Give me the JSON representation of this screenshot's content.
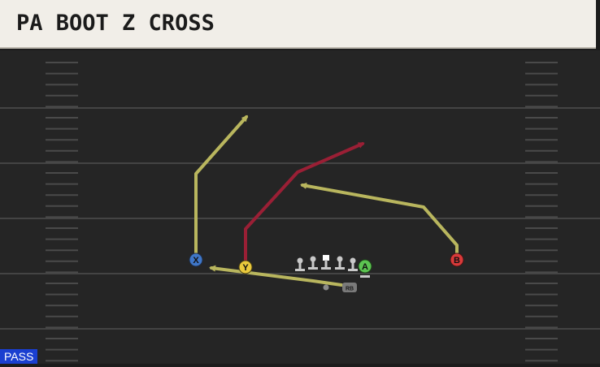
{
  "play": {
    "title": "PA BOOT Z CROSS",
    "formation_type": "PASS"
  },
  "colors": {
    "field": "#252525",
    "yard_line": "#444444",
    "hash": "#4a4a4a",
    "route_yellow": "#b9b65e",
    "route_red": "#9a1f35",
    "receiver_x": "#3f77c9",
    "receiver_y": "#e9c93c",
    "receiver_a": "#5cc451",
    "receiver_b": "#d93a3a",
    "lineman": "#c9c9c9"
  },
  "players": {
    "x": {
      "label": "X",
      "icon": "receiver-circle-blue"
    },
    "y": {
      "label": "Y",
      "icon": "receiver-circle-yellow"
    },
    "a": {
      "label": "A",
      "icon": "receiver-circle-green"
    },
    "b": {
      "label": "B",
      "icon": "receiver-circle-red"
    },
    "rb": {
      "label": "RB",
      "icon": "running-back-marker"
    },
    "center": {
      "icon": "center-square-marker"
    },
    "linemen": {
      "icon": "lineman-t-marker"
    }
  }
}
